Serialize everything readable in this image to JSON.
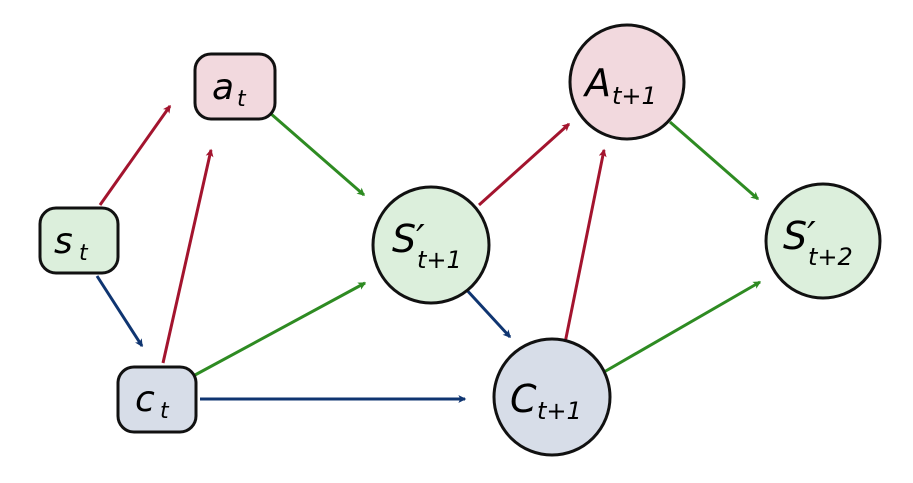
{
  "colors": {
    "state_fill": "#dcefdc",
    "action_fill": "#f2d9de",
    "context_fill": "#d7dde8",
    "red": "#a3142e",
    "green": "#2e8b22",
    "blue": "#0f3571",
    "stroke": "#111111"
  },
  "nodes": {
    "st": {
      "base": "s",
      "sub": "t"
    },
    "at": {
      "base": "a",
      "sub": "t"
    },
    "ct": {
      "base": "c",
      "sub": "t"
    },
    "s1": {
      "base": "S′",
      "sub": "t+1"
    },
    "a1": {
      "base": "A",
      "sub": "t+1"
    },
    "c1": {
      "base": "C",
      "sub": "t+1"
    },
    "s2": {
      "base": "S′",
      "sub": "t+2"
    }
  },
  "edges": [
    {
      "from": "st",
      "to": "at",
      "color": "red"
    },
    {
      "from": "st",
      "to": "ct",
      "color": "blue"
    },
    {
      "from": "ct",
      "to": "at",
      "color": "red"
    },
    {
      "from": "at",
      "to": "s1",
      "color": "green"
    },
    {
      "from": "ct",
      "to": "s1",
      "color": "green"
    },
    {
      "from": "ct",
      "to": "c1",
      "color": "blue"
    },
    {
      "from": "s1",
      "to": "a1",
      "color": "red"
    },
    {
      "from": "s1",
      "to": "c1",
      "color": "blue"
    },
    {
      "from": "c1",
      "to": "a1",
      "color": "red"
    },
    {
      "from": "a1",
      "to": "s2",
      "color": "green"
    },
    {
      "from": "c1",
      "to": "s2",
      "color": "green"
    }
  ]
}
